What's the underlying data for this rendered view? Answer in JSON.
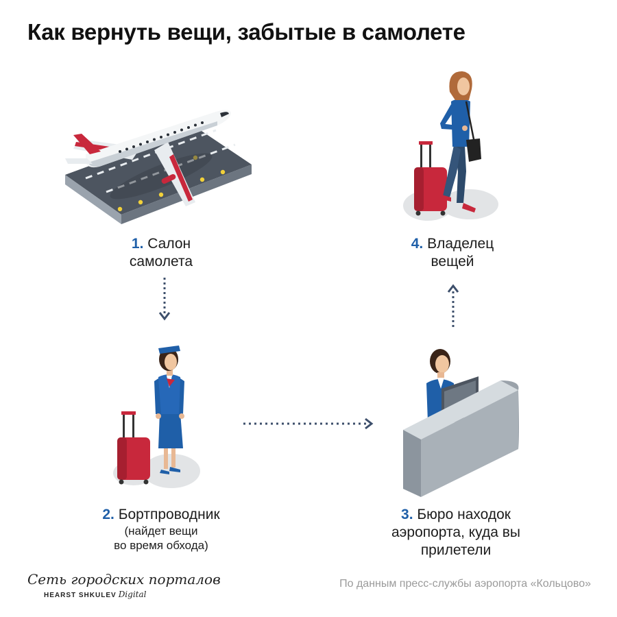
{
  "title": "Как вернуть вещи, забытые в самолете",
  "steps": [
    {
      "num": "1.",
      "line1": "Салон",
      "line2": "самолета"
    },
    {
      "num": "2.",
      "line1": "Бортпроводник",
      "sub1": "(найдет вещи",
      "sub2": "во время обхода)"
    },
    {
      "num": "3.",
      "line1": "Бюро находок",
      "line2": "аэропорта, куда вы",
      "line3": "прилетели"
    },
    {
      "num": "4.",
      "line1": "Владелец",
      "line2": "вещей"
    }
  ],
  "logo": {
    "line1": "Сеть городских порталов",
    "line2": "HEARST SHKULEV",
    "line3": "Digital"
  },
  "source": "По данным пресс-службы аэропорта «Кольцово»",
  "colors": {
    "accent": "#1f5fa8",
    "arrow": "#3d4f6b",
    "suitcase": "#c8283c",
    "uniform": "#1f5fa8"
  }
}
